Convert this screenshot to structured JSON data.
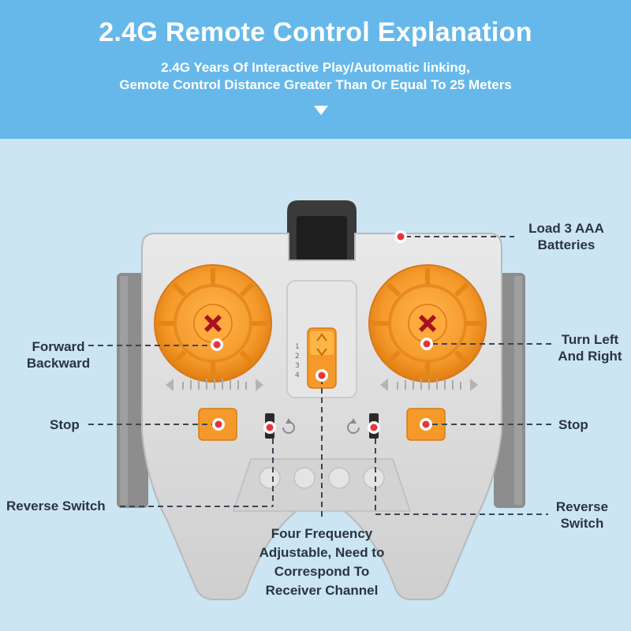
{
  "header": {
    "title": "2.4G Remote Control Explanation",
    "subtitle_line1": "2.4G Years Of Interactive Play/Automatic linking,",
    "subtitle_line2": "Gemote Control Distance Greater Than Or Equal To 25 Meters"
  },
  "callouts": {
    "batteries_line1": "Load 3 AAA",
    "batteries_line2": "Batteries",
    "forward_line1": "Forward",
    "forward_line2": "Backward",
    "turn_line1": "Turn Left",
    "turn_line2": "And Right",
    "stop_left": "Stop",
    "stop_right": "Stop",
    "reverse_left": "Reverse Switch",
    "reverse_right_line1": "Reverse",
    "reverse_right_line2": "Switch",
    "frequency_line1": "Four Frequency",
    "frequency_line2": "Adjustable, Need to",
    "frequency_line3": "Correspond To",
    "frequency_line4": "Receiver Channel"
  },
  "remote": {
    "channel_numbers": [
      "1",
      "2",
      "3",
      "4"
    ]
  },
  "colors": {
    "header_bg": "#66b8ea",
    "scene_bg": "#cbe5f2",
    "body_gray": "#dfdfdf",
    "orange": "#f59a2a",
    "marker_red": "#e8343c",
    "label_text": "#2a3442"
  }
}
